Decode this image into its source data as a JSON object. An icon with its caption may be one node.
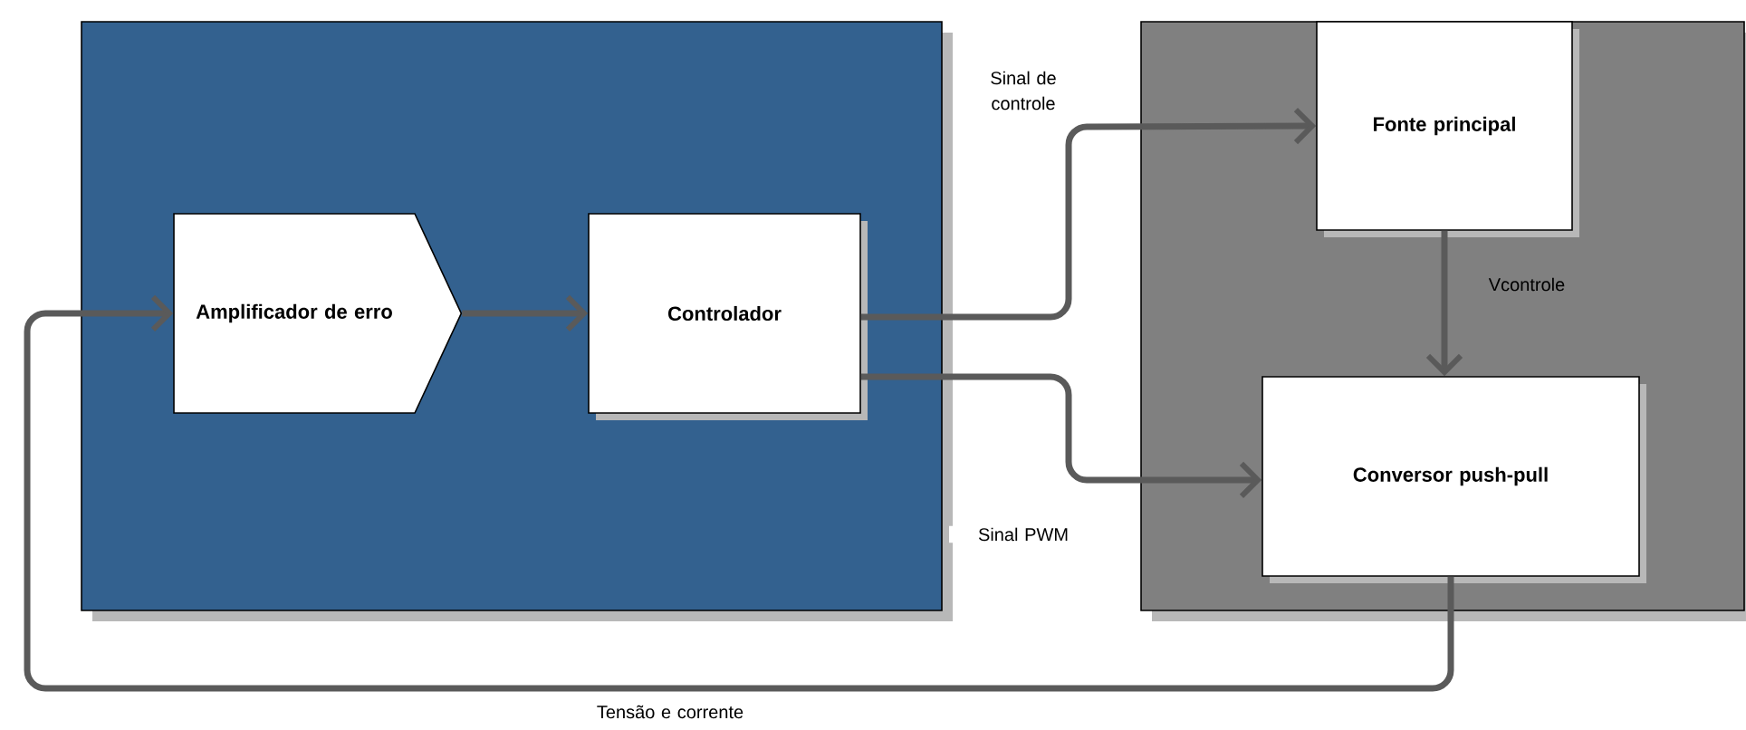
{
  "diagram": {
    "nodes": [
      {
        "text": [],
        "shape": "box"
      },
      {
        "text": [
          "Amplificador de erro"
        ],
        "in": 0
      },
      {
        "text": [
          "Controlador"
        ],
        "in": 0
      },
      {
        "text": [],
        "shape": "box"
      },
      {
        "text": [
          "Fonte principal"
        ],
        "in": 3
      },
      {
        "text": [
          "Conversor push-pull"
        ],
        "in": 3
      }
    ],
    "edges": [
      {
        "from": 1,
        "to": 2,
        "arrow": "to"
      },
      {
        "from": 2,
        "to": 4,
        "arrow": "to",
        "label": "Sinal de controle"
      },
      {
        "from": 2,
        "to": 5,
        "arrow": "to",
        "label": "Sinal PWM"
      },
      {
        "from": 4,
        "to": 5,
        "arrow": "to",
        "label": "Vcontrole"
      },
      {
        "from": 5,
        "to": 1,
        "arrow": "to",
        "label": "Tensão e corrente"
      }
    ]
  }
}
